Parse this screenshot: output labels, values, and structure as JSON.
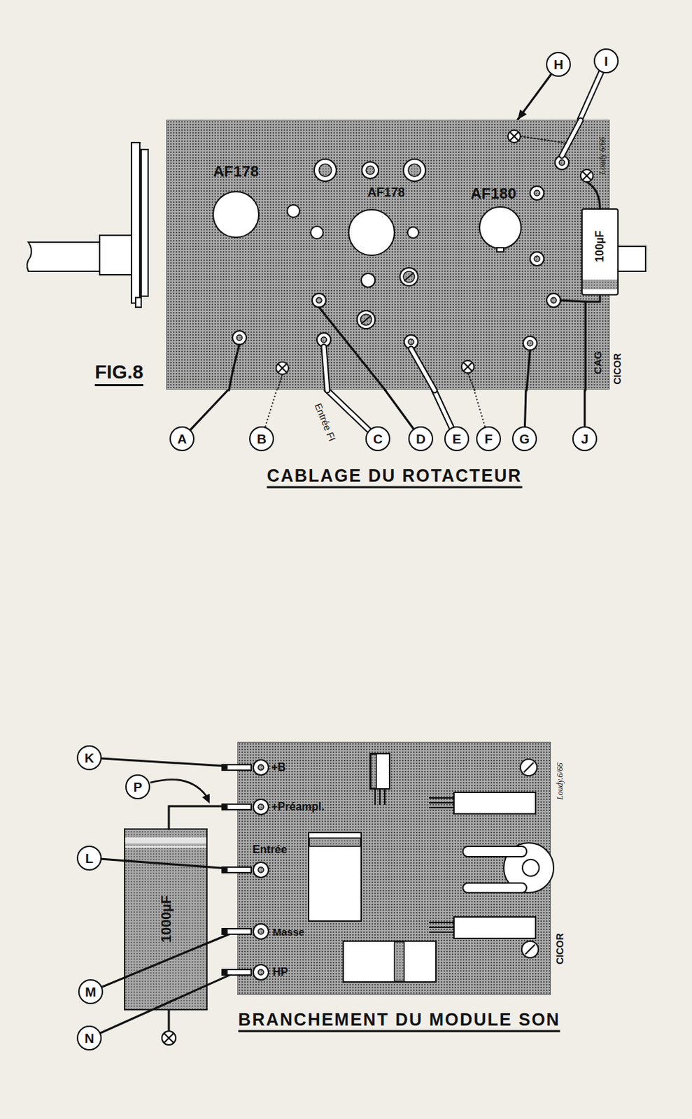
{
  "diagram": {
    "nodes": [
      {
        "text": [
          "AF178",
          "AF178",
          "AF180",
          "CAG"
        ]
      },
      {
        "text": [
          "100µF"
        ],
        "in": 0
      },
      {
        "text": [
          "H"
        ]
      },
      {
        "text": [
          "I"
        ]
      },
      {
        "text": [
          "A"
        ]
      },
      {
        "text": [
          "B"
        ]
      },
      {
        "text": [
          "C"
        ]
      },
      {
        "text": [
          "D"
        ]
      },
      {
        "text": [
          "E"
        ]
      },
      {
        "text": [
          "F"
        ]
      },
      {
        "text": [
          "G"
        ]
      },
      {
        "text": [
          "J"
        ]
      },
      {
        "text": [
          "+B",
          "+Préampl.",
          "Entrée",
          "Masse",
          "HP"
        ]
      },
      {
        "text": [
          "1000µF"
        ]
      },
      {
        "text": [
          "K"
        ]
      },
      {
        "text": [
          "P"
        ]
      },
      {
        "text": [
          "L"
        ]
      },
      {
        "text": [
          "M"
        ]
      },
      {
        "text": [
          "N"
        ]
      }
    ],
    "edges": [
      {
        "from": 2,
        "to": 0,
        "arrow": "to"
      },
      {
        "from": 3,
        "to": 0,
        "arrow": "none"
      },
      {
        "from": 4,
        "to": 0,
        "arrow": "none"
      },
      {
        "from": 5,
        "to": 0,
        "arrow": "none"
      },
      {
        "from": 6,
        "to": 0,
        "arrow": "none",
        "label": "Entrée FI"
      },
      {
        "from": 7,
        "to": 0,
        "arrow": "none"
      },
      {
        "from": 8,
        "to": 0,
        "arrow": "none"
      },
      {
        "from": 9,
        "to": 0,
        "arrow": "none"
      },
      {
        "from": 10,
        "to": 0,
        "arrow": "none"
      },
      {
        "from": 11,
        "to": 0,
        "arrow": "none"
      },
      {
        "from": 14,
        "to": 12,
        "arrow": "none"
      },
      {
        "from": 16,
        "to": 12,
        "arrow": "none"
      },
      {
        "from": 17,
        "to": 12,
        "arrow": "none"
      },
      {
        "from": 18,
        "to": 12,
        "arrow": "none"
      },
      {
        "from": 13,
        "to": 12,
        "arrow": "none"
      }
    ],
    "labels": [
      "FIG.8",
      "Loudy 6/66",
      "CICOR",
      "CABLAGE DU ROTACTEUR",
      "Loudy.6/66",
      "CICOR",
      "BRANCHEMENT DU MODULE SON"
    ]
  }
}
